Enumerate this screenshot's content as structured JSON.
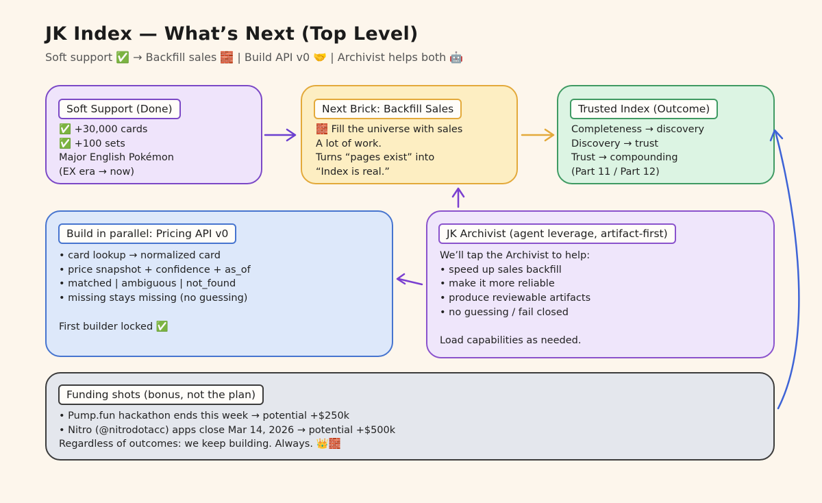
{
  "header": {
    "title": "JK Index — What’s Next (Top Level)",
    "subtitle": "Soft support ✅ → Backfill sales 🧱 | Build API v0 🤝 | Archivist helps both 🤖"
  },
  "boxes": {
    "soft_support": {
      "label": "Soft Support (Done)",
      "lines": [
        "✅ +30,000 cards",
        "✅ +100 sets",
        "Major English Pokémon",
        "(EX era → now)"
      ]
    },
    "next_brick": {
      "label": "Next Brick: Backfill Sales",
      "lines": [
        "🧱 Fill the universe with sales",
        "A lot of work.",
        "Turns “pages exist” into",
        "“Index is real.”"
      ]
    },
    "trusted_index": {
      "label": "Trusted Index (Outcome)",
      "lines": [
        "Completeness → discovery",
        "Discovery → trust",
        "Trust → compounding",
        "(Part 11 / Part 12)"
      ]
    },
    "pricing_api": {
      "label": "Build in parallel: Pricing API v0",
      "lines": [
        "• card lookup → normalized card",
        "• price snapshot + confidence + as_of",
        "• matched | ambiguous | not_found",
        "• missing stays missing (no guessing)",
        "",
        "First builder locked ✅"
      ]
    },
    "archivist": {
      "label": "JK Archivist (agent leverage, artifact-first)",
      "lines": [
        "We’ll tap the Archivist to help:",
        "• speed up sales backfill",
        "• make it more reliable",
        "• produce reviewable artifacts",
        "• no guessing / fail closed",
        "",
        "Load capabilities as needed."
      ]
    },
    "funding": {
      "label": "Funding shots (bonus, not the plan)",
      "lines": [
        "• Pump.fun hackathon ends this week → potential +$250k",
        "• Nitro (@nitrodotacc) apps close Mar 14, 2026 → potential +$500k",
        "Regardless of outcomes: we keep building. Always. 👑🧱"
      ]
    }
  },
  "colors": {
    "background": "#fdf6ec",
    "purple": "#7b48c6",
    "amber": "#e3a93a",
    "green": "#3f9a62",
    "blue": "#4674cf",
    "archivist_purple": "#8a52cc"
  }
}
